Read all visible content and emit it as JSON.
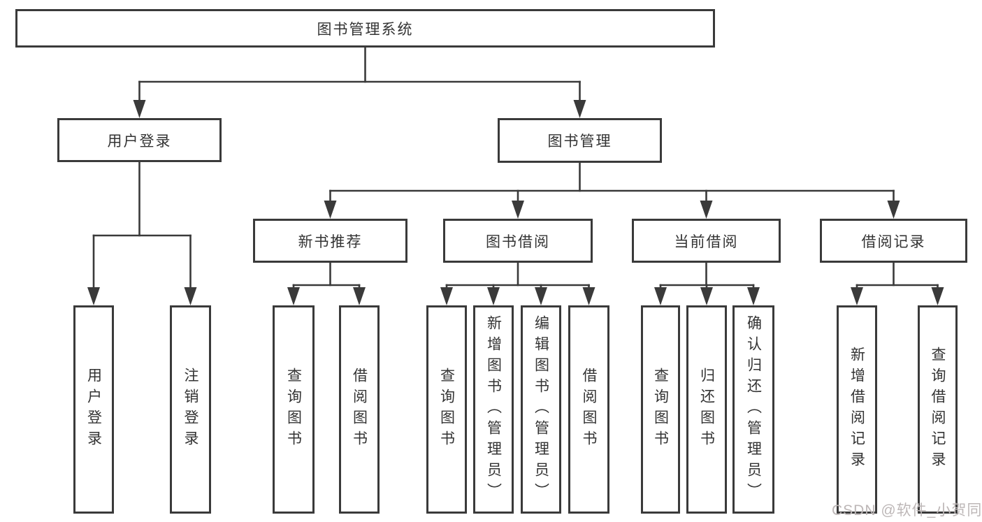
{
  "tree": {
    "label": "图书管理系统",
    "children": [
      {
        "label": "用户登录",
        "children": [
          {
            "label": "用户登录"
          },
          {
            "label": "注销登录"
          }
        ]
      },
      {
        "label": "图书管理",
        "children": [
          {
            "label": "新书推荐",
            "children": [
              {
                "label": "查询图书"
              },
              {
                "label": "借阅图书"
              }
            ]
          },
          {
            "label": "图书借阅",
            "children": [
              {
                "label": "查询图书"
              },
              {
                "label": "新增图书（管理员）"
              },
              {
                "label": "编辑图书（管理员）"
              },
              {
                "label": "借阅图书"
              }
            ]
          },
          {
            "label": "当前借阅",
            "children": [
              {
                "label": "查询图书"
              },
              {
                "label": "归还图书"
              },
              {
                "label": "确认归还（管理员）"
              }
            ]
          },
          {
            "label": "借阅记录",
            "children": [
              {
                "label": "新增借阅记录"
              },
              {
                "label": "查询借阅记录"
              }
            ]
          }
        ]
      }
    ]
  },
  "watermark": "CSDN @软件_小贺同学",
  "colors": {
    "line": "#3a3a3a",
    "box_border": "#3a3a3a",
    "text": "#333333",
    "watermark": "#bdb7b7",
    "background": "#ffffff"
  }
}
